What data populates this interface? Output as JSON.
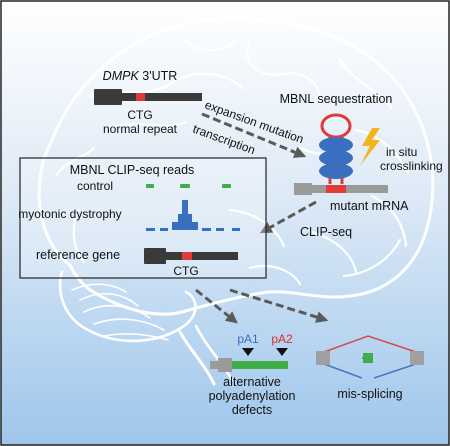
{
  "labels": {
    "dmpk_gene": "DMPK",
    "dmpk_suffix": " 3'UTR",
    "ctg_top": "CTG",
    "normal_repeat": "normal repeat",
    "expansion_mutation": "expansion mutation",
    "transcription": "transcription",
    "mbnl_sequestration": "MBNL sequestration",
    "in_situ": "in situ",
    "crosslinking": "crosslinking",
    "mutant_mrna": "mutant mRNA",
    "clip_seq": "CLIP-seq",
    "reads_title": "MBNL CLIP-seq reads",
    "control": "control",
    "myotonic_dystrophy": "myotonic dystrophy",
    "reference_gene": "reference gene",
    "ctg_bottom": "CTG",
    "pa1": "pA1",
    "pa2": "pA2",
    "alt_line1": "alternative",
    "alt_line2": "polyadenylation",
    "alt_line3": "defects",
    "mis_splicing": "mis-splicing"
  },
  "colors": {
    "background_top": "#ffffff",
    "background_bottom": "#9ec6ec",
    "brain_outline": "#ffffff",
    "gene_body": "#3a3a3a",
    "ctg_repeat": "#e23a3a",
    "mbnl_protein": "#3a6fbf",
    "reads_green": "#3fae49",
    "reads_blue": "#3a6fbf",
    "arrow": "#5a5a5a",
    "lightning": "#f2b51c",
    "pa1_label": "#3a6fbf",
    "pa2_label": "#d83030",
    "splice_top": "#d84a4a",
    "splice_bottom": "#4a76c0",
    "exon_gray": "#a0a0a0",
    "exon_green": "#3fae49"
  }
}
